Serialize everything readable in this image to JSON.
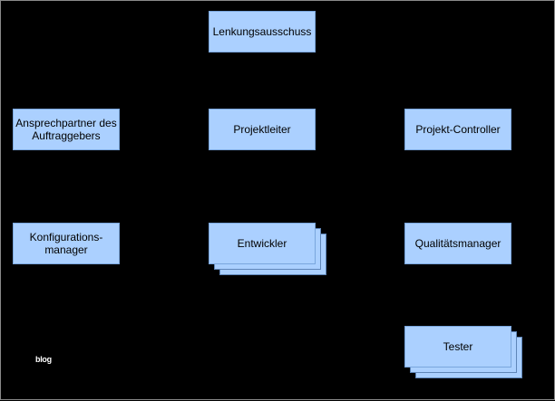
{
  "diagram": {
    "nodes": {
      "steering": "Lenkungsausschuss",
      "client_contact": "Ansprechpartner des\nAuftraggebers",
      "project_lead": "Projektleiter",
      "controller": "Projekt-Controller",
      "config_manager": "Konfigurations-\nmanager",
      "developer": "Entwickler",
      "qa_manager": "Qualitätsmanager",
      "tester": "Tester"
    },
    "watermark": "blog"
  },
  "colors": {
    "background": "#000000",
    "node_fill": "#abd0ff",
    "connector": "#000000"
  }
}
